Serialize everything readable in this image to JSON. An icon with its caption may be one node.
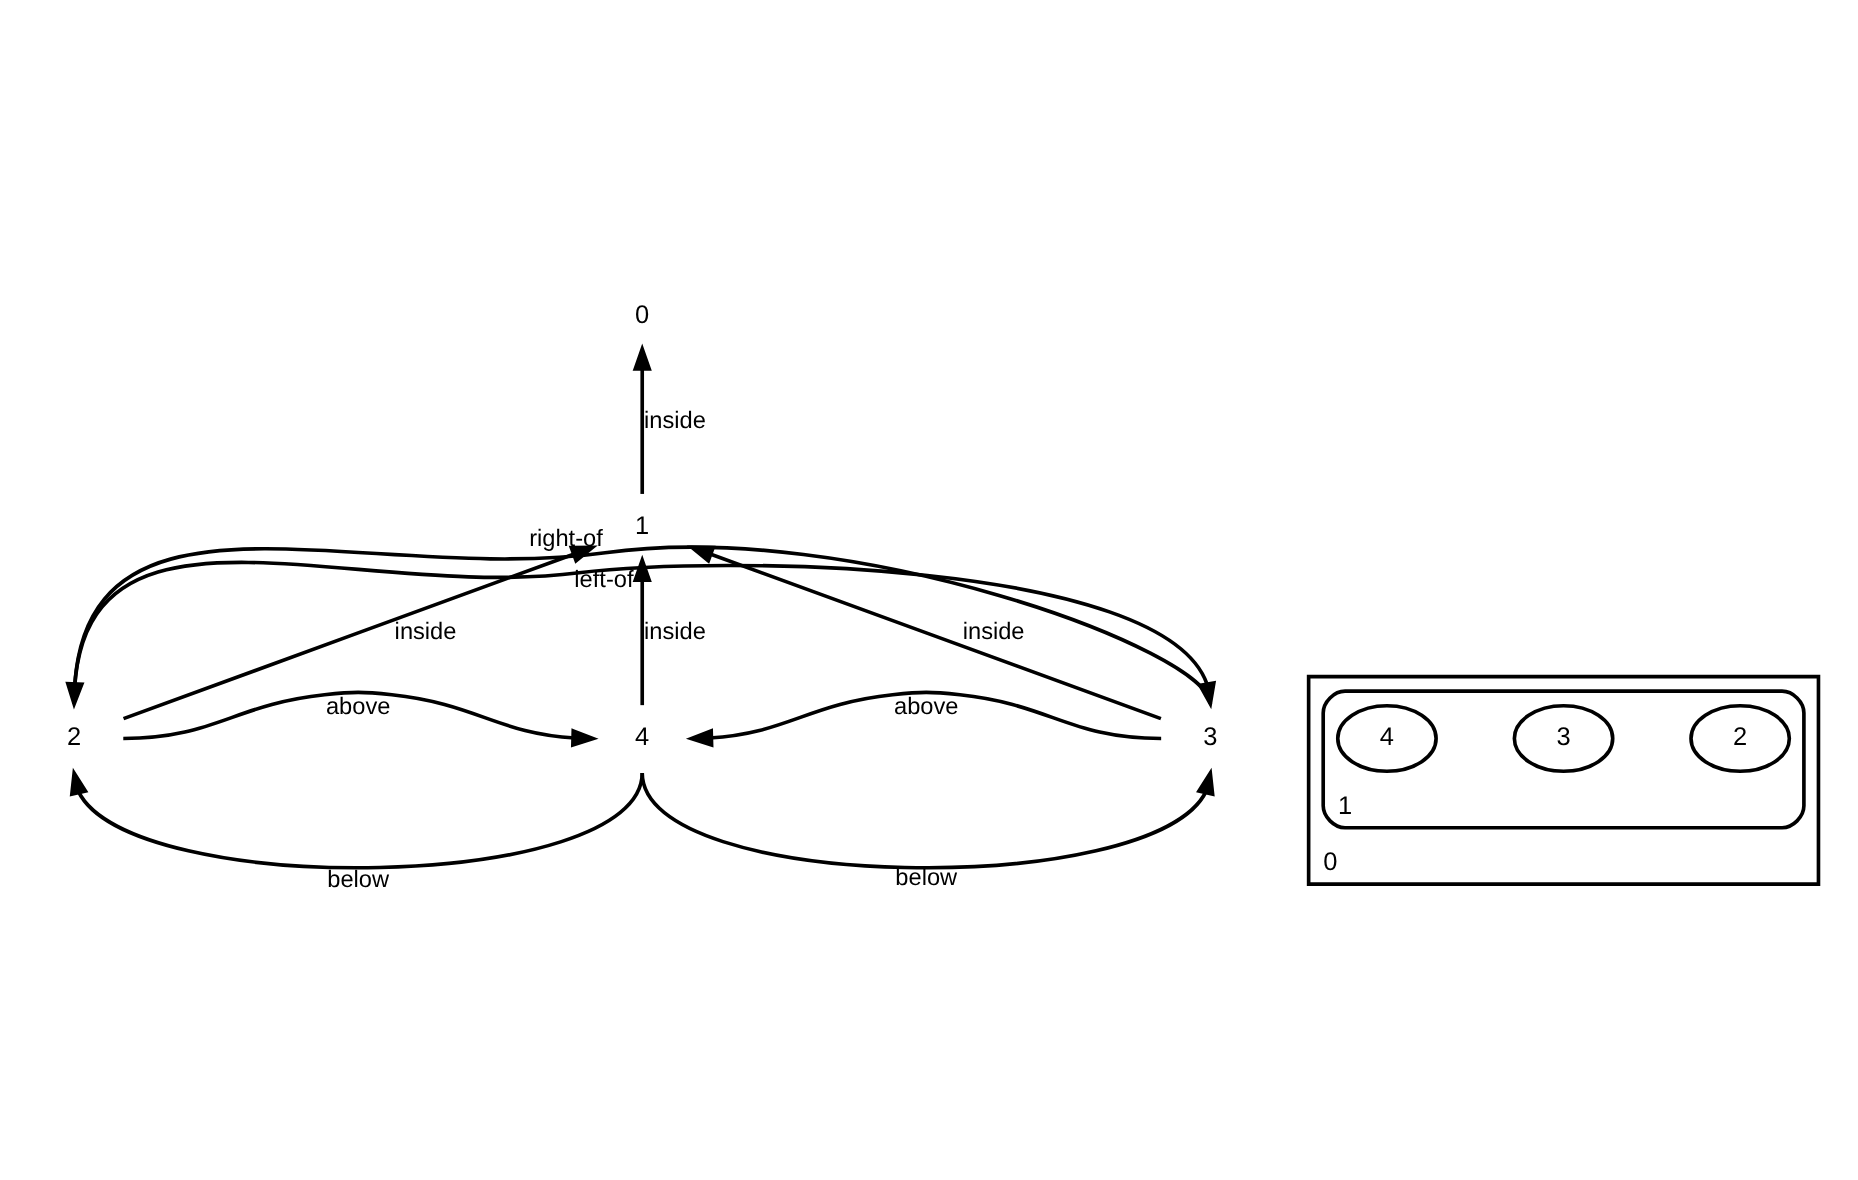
{
  "diagram": {
    "nodes": [
      {
        "text": [
          "0"
        ]
      },
      {
        "text": [
          "1"
        ]
      },
      {
        "text": [
          "2"
        ]
      },
      {
        "text": [
          "3"
        ]
      },
      {
        "text": [
          "4"
        ]
      },
      {
        "text": [
          "0"
        ]
      },
      {
        "text": [
          "1"
        ],
        "in": 5
      },
      {
        "text": [
          "2"
        ],
        "in": 6
      },
      {
        "text": [
          "3"
        ],
        "in": 6
      },
      {
        "text": [
          "4"
        ],
        "in": 6
      }
    ],
    "edges": [
      {
        "from": 1,
        "to": 0,
        "arrow": "to",
        "label": "inside"
      },
      {
        "from": 2,
        "to": 1,
        "arrow": "to",
        "label": "inside"
      },
      {
        "from": 4,
        "to": 1,
        "arrow": "to",
        "label": "inside"
      },
      {
        "from": 3,
        "to": 1,
        "arrow": "to",
        "label": "inside"
      },
      {
        "from": 2,
        "to": 4,
        "arrow": "to",
        "label": "above"
      },
      {
        "from": 3,
        "to": 4,
        "arrow": "to",
        "label": "above"
      },
      {
        "from": 4,
        "to": 2,
        "arrow": "to",
        "label": "below"
      },
      {
        "from": 4,
        "to": 3,
        "arrow": "to",
        "label": "below"
      },
      {
        "from": 2,
        "to": 3,
        "arrow": "to",
        "label": "left-of"
      },
      {
        "from": 3,
        "to": 2,
        "arrow": "to",
        "label": "right-of"
      }
    ]
  }
}
